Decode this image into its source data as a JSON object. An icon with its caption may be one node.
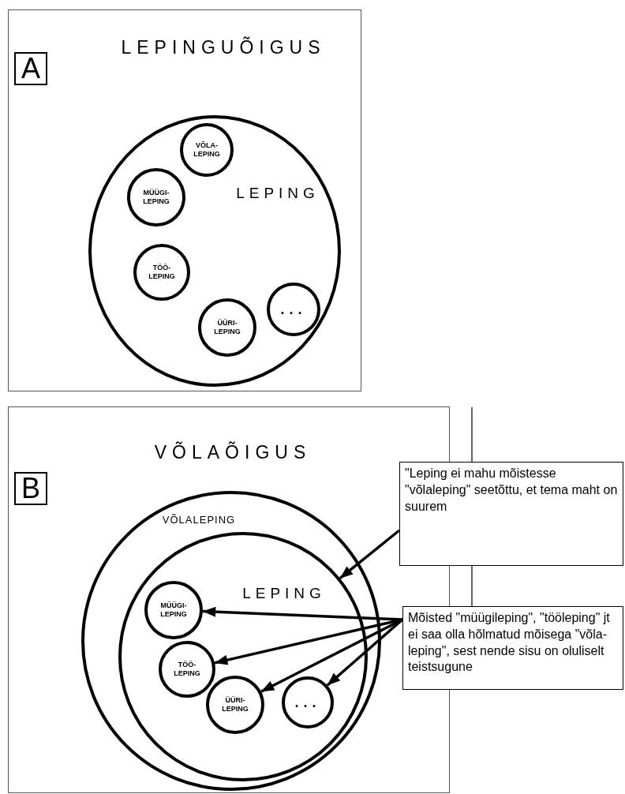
{
  "diagram": {
    "nodes": [
      {
        "text": [
          "LEPINGUÕIGUS"
        ]
      },
      {
        "text": [
          "A"
        ],
        "in": 0
      },
      {
        "text": [
          "LEPING"
        ],
        "in": 0
      },
      {
        "text": [
          "VÕLA- LEPING"
        ],
        "in": 2
      },
      {
        "text": [
          "MÜÜGI- LEPING"
        ],
        "in": 2
      },
      {
        "text": [
          "TÖÖ- LEPING"
        ],
        "in": 2
      },
      {
        "text": [
          "ÜÜRI- LEPING"
        ],
        "in": 2
      },
      {
        "text": [
          "..."
        ],
        "in": 2
      },
      {
        "text": [
          "VÕLAÕIGUS"
        ]
      },
      {
        "text": [
          "B"
        ],
        "in": 8
      },
      {
        "text": [
          "VÕLALEPING"
        ],
        "in": 8
      },
      {
        "text": [
          "LEPING"
        ],
        "in": 10
      },
      {
        "text": [
          "MÜÜGI- LEPING"
        ],
        "in": 11
      },
      {
        "text": [
          "TÖÖ- LEPING"
        ],
        "in": 11
      },
      {
        "text": [
          "ÜÜRI- LEPING"
        ],
        "in": 11
      },
      {
        "text": [
          "..."
        ],
        "in": 11
      },
      {
        "text": [
          "\"Leping ei mahu mõistesse \"võlaleping\" seetõttu, et tema maht on suurem"
        ]
      },
      {
        "text": [
          "Mõisted \"müügileping\", \"tööleping\" jt ei saa olla hõlmatud mõisega \"võla- leping\", sest nende sisu on oluliselt teistsugune"
        ]
      }
    ],
    "edges": [
      {
        "from": null,
        "to": 16,
        "arrow": "none"
      },
      {
        "from": 16,
        "to": 17,
        "arrow": "none"
      },
      {
        "from": 16,
        "to": 11,
        "arrow": "to"
      },
      {
        "from": 17,
        "to": 12,
        "arrow": "to"
      },
      {
        "from": 17,
        "to": 13,
        "arrow": "to"
      },
      {
        "from": 17,
        "to": 14,
        "arrow": "to"
      },
      {
        "from": 17,
        "to": 15,
        "arrow": "to"
      }
    ]
  }
}
